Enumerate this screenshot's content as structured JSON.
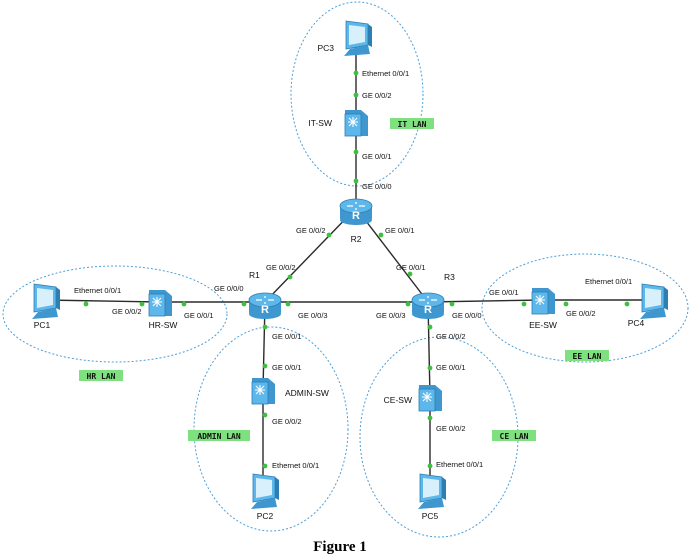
{
  "caption": "Figure 1",
  "colors": {
    "zone_outline": "#4d9fd8",
    "lan_label_bg": "#7fe07f",
    "router": "#5db7ea",
    "switch": "#5db7ea",
    "pc": "#5db7ea",
    "link": "#2b2b2b",
    "port_dot": "#3fbf3f"
  },
  "zones": [
    {
      "label": "IT LAN"
    },
    {
      "label": "HR LAN"
    },
    {
      "label": "EE LAN"
    },
    {
      "label": "ADMIN LAN"
    },
    {
      "label": "CE LAN"
    }
  ],
  "devices": [
    {
      "id": "R1",
      "label": "R1",
      "kind": "router",
      "icon": "router-icon"
    },
    {
      "id": "R2",
      "label": "R2",
      "kind": "router",
      "icon": "router-icon"
    },
    {
      "id": "R3",
      "label": "R3",
      "kind": "router",
      "icon": "router-icon"
    },
    {
      "id": "IT-SW",
      "label": "IT-SW",
      "kind": "switch",
      "icon": "switch-icon"
    },
    {
      "id": "HR-SW",
      "label": "HR-SW",
      "kind": "switch",
      "icon": "switch-icon"
    },
    {
      "id": "EE-SW",
      "label": "EE-SW",
      "kind": "switch",
      "icon": "switch-icon"
    },
    {
      "id": "ADMIN-SW",
      "label": "ADMIN-SW",
      "kind": "switch",
      "icon": "switch-icon"
    },
    {
      "id": "CE-SW",
      "label": "CE-SW",
      "kind": "switch",
      "icon": "switch-icon"
    },
    {
      "id": "PC1",
      "label": "PC1",
      "kind": "pc",
      "icon": "pc-icon"
    },
    {
      "id": "PC2",
      "label": "PC2",
      "kind": "pc",
      "icon": "pc-icon"
    },
    {
      "id": "PC3",
      "label": "PC3",
      "kind": "pc",
      "icon": "pc-icon"
    },
    {
      "id": "PC4",
      "label": "PC4",
      "kind": "pc",
      "icon": "pc-icon"
    },
    {
      "id": "PC5",
      "label": "PC5",
      "kind": "pc",
      "icon": "pc-icon"
    }
  ],
  "links": [
    {
      "a": "PC3",
      "a_port": "Ethernet 0/0/1",
      "b": "IT-SW",
      "b_port": "GE 0/0/2"
    },
    {
      "a": "IT-SW",
      "a_port": "GE 0/0/1",
      "b": "R2",
      "b_port": "GE 0/0/0"
    },
    {
      "a": "R2",
      "a_port": "GE 0/0/2",
      "b": "R1",
      "b_port": "GE 0/0/2"
    },
    {
      "a": "R2",
      "a_port": "GE 0/0/1",
      "b": "R3",
      "b_port": "GE 0/0/1"
    },
    {
      "a": "R1",
      "a_port": "GE 0/0/3",
      "b": "R3",
      "b_port": "GE 0/0/3"
    },
    {
      "a": "PC1",
      "a_port": "Ethernet 0/0/1",
      "b": "HR-SW",
      "b_port": "GE 0/0/2"
    },
    {
      "a": "HR-SW",
      "a_port": "GE 0/0/1",
      "b": "R1",
      "b_port": "GE 0/0/0"
    },
    {
      "a": "R1",
      "a_port": "GE 0/0/1",
      "b": "ADMIN-SW",
      "b_port": "GE 0/0/1"
    },
    {
      "a": "ADMIN-SW",
      "a_port": "GE 0/0/2",
      "b": "PC2",
      "b_port": "Ethernet 0/0/1"
    },
    {
      "a": "R3",
      "a_port": "GE 0/0/0",
      "b": "EE-SW",
      "b_port": "GE 0/0/1"
    },
    {
      "a": "EE-SW",
      "a_port": "GE 0/0/2",
      "b": "PC4",
      "b_port": "Ethernet 0/0/1"
    },
    {
      "a": "R3",
      "a_port": "GE 0/0/2",
      "b": "CE-SW",
      "b_port": "GE 0/0/1"
    },
    {
      "a": "CE-SW",
      "a_port": "GE 0/0/2",
      "b": "PC5",
      "b_port": "Ethernet 0/0/1"
    }
  ]
}
